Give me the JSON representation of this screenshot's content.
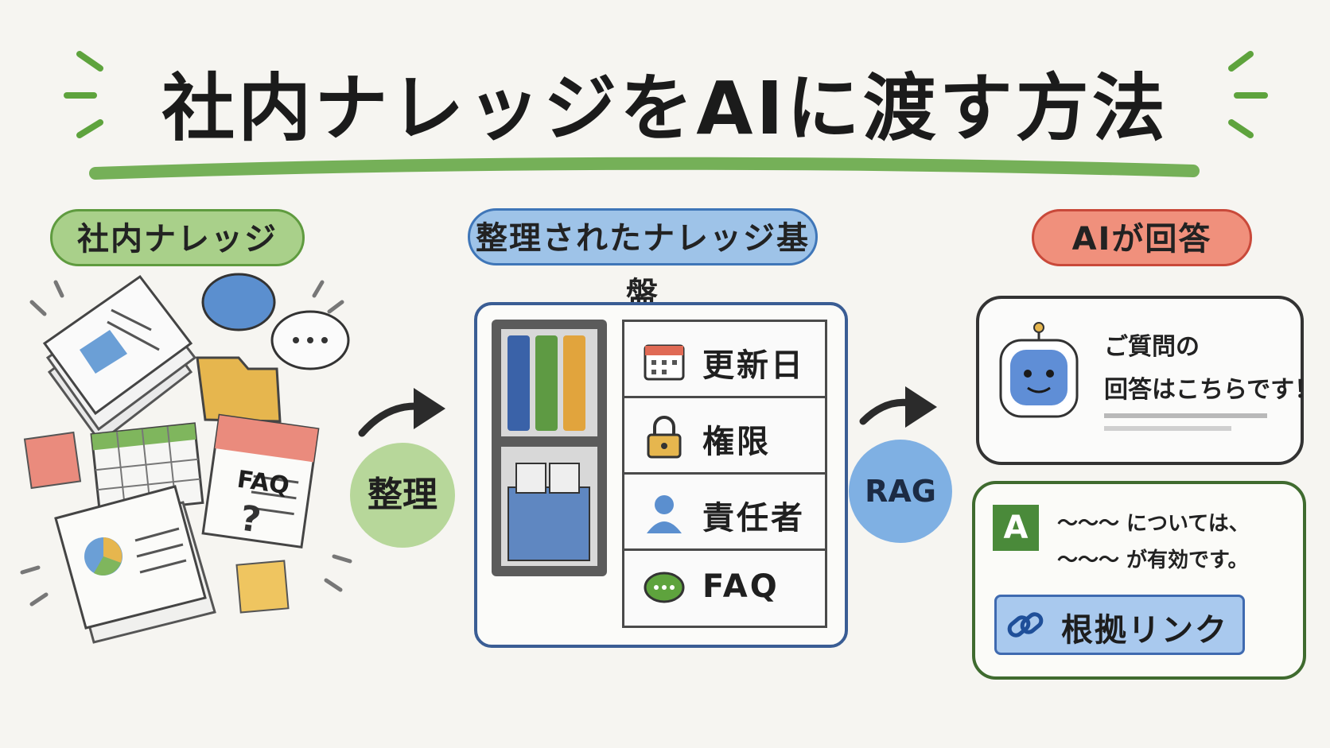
{
  "title": "社内ナレッジをAIに渡す方法",
  "stages": {
    "source": "社内ナレッジ",
    "base": "整理されたナレッジ基盤",
    "answer": "AIが回答"
  },
  "steps": {
    "organize": "整理",
    "rag": "RAG"
  },
  "source_items": {
    "faq_card": "FAQ",
    "faq_question": "?",
    "chat_dots": "..."
  },
  "kb_items": [
    {
      "label": "更新日",
      "icon": "calendar-icon"
    },
    {
      "label": "権限",
      "icon": "lock-icon"
    },
    {
      "label": "責任者",
      "icon": "person-icon"
    },
    {
      "label": "FAQ",
      "icon": "chat-bubble-icon"
    }
  ],
  "ai_reply": {
    "line1": "ご質問の",
    "line2": "回答はこちらです！"
  },
  "answer": {
    "badge": "A",
    "line1": "〜〜〜 については、",
    "line2": "〜〜〜 が有効です。",
    "link_label": "根拠リンク"
  },
  "colors": {
    "green": "#5f9b3f",
    "blue": "#3f76b8",
    "red": "#c9493a",
    "yellow": "#e3b14a"
  }
}
